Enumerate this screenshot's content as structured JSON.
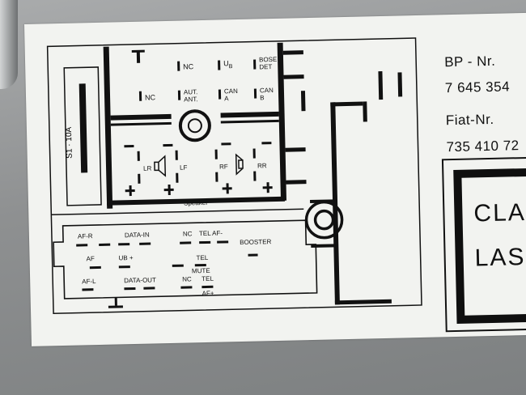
{
  "label": {
    "left_top": {
      "a": "NC",
      "b": "U",
      "b_sub": "B",
      "c": "BOSE",
      "c2": "DET"
    },
    "left_mid": {
      "a": "NC",
      "b": "AUT.",
      "b2": "ANT.",
      "c": "CAN",
      "c2": "A",
      "d": "CAN",
      "d2": "B"
    },
    "fuse": "S1 · 10A",
    "speakers": {
      "lr": "LR",
      "lf": "LF",
      "rf": "RF",
      "rr": "RR",
      "caption": "Speaker"
    },
    "lower": {
      "afr": "AF-R",
      "datain": "DATA-IN",
      "nc1": "NC",
      "tel_af": "TEL AF-",
      "booster": "BOOSTER",
      "af": "AF",
      "ub": "UB +",
      "tel": "TEL",
      "mute": "MUTE",
      "afl": "AF-L",
      "dataout": "DATA-OUT",
      "nc2": "NC",
      "tel2": "TEL",
      "afplus": "AF+"
    },
    "bp_label": "BP - Nr.",
    "bp_number": "7 645 354",
    "fiat_label": "Fiat-Nr.",
    "fiat_number": "735 410 72",
    "brand_line1": "CLA",
    "brand_line2": "LAS"
  }
}
